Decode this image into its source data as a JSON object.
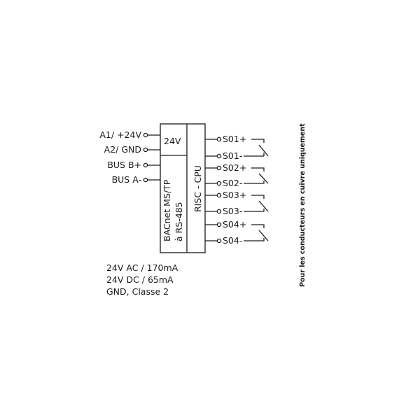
{
  "inputs": {
    "a1": "A1/ +24V",
    "a2": "A2/ GND",
    "busb": "BUS B+",
    "busa": "BUS A-"
  },
  "module": {
    "power": "24V",
    "bacnet_line1": "BACnet MS/TP",
    "bacnet_line2": "à RS-485",
    "cpu": "RISC - CPU"
  },
  "outputs": [
    "S01+",
    "S01-",
    "S02+",
    "S02-",
    "S03+",
    "S03-",
    "S04+",
    "S04-"
  ],
  "specs": [
    "24V AC / 170mA",
    "24V DC / 65mA",
    "GND, Classe 2"
  ],
  "side_note": "Pour les conducteurs en cuivre uniquement"
}
